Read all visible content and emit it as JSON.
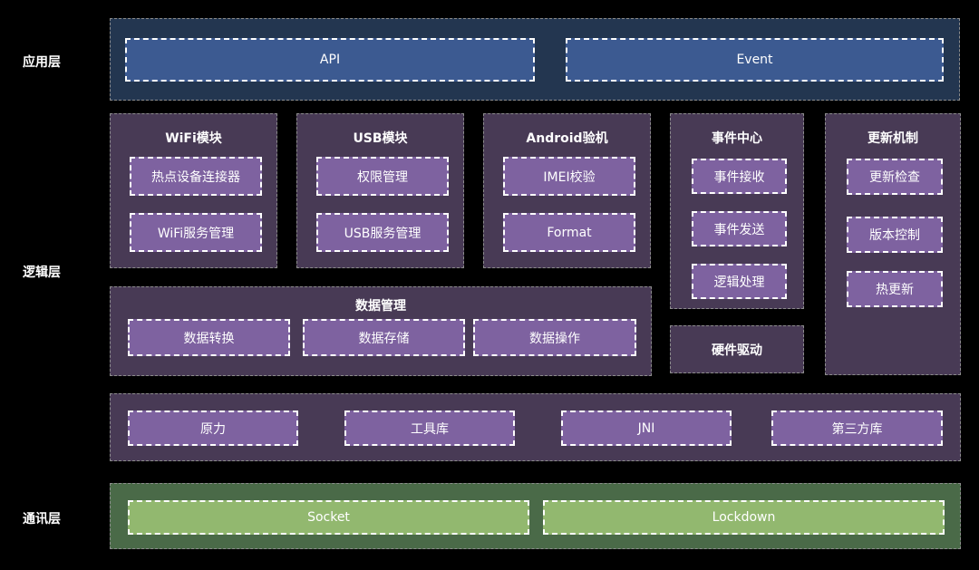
{
  "layers": {
    "application": "应用层",
    "logic": "逻辑层",
    "communication": "通讯层"
  },
  "application": {
    "api": "API",
    "event": "Event"
  },
  "modules": {
    "wifi": {
      "title": "WiFi模块",
      "items": [
        "热点设备连接器",
        "WiFi服务管理"
      ]
    },
    "usb": {
      "title": "USB模块",
      "items": [
        "权限管理",
        "USB服务管理"
      ]
    },
    "android": {
      "title": "Android验机",
      "items": [
        "IMEI校验",
        "Format"
      ]
    },
    "event_center": {
      "title": "事件中心",
      "items": [
        "事件接收",
        "事件发送",
        "逻辑处理"
      ]
    },
    "update": {
      "title": "更新机制",
      "items": [
        "更新检查",
        "版本控制",
        "热更新"
      ]
    },
    "data_mgmt": {
      "title": "数据管理",
      "items": [
        "数据转换",
        "数据存储",
        "数据操作"
      ]
    },
    "hardware": {
      "title": "硬件驱动"
    }
  },
  "base": {
    "items": [
      "原力",
      "工具库",
      "JNI",
      "第三方库"
    ]
  },
  "communication": {
    "socket": "Socket",
    "lockdown": "Lockdown"
  },
  "colors": {
    "background": "#000000",
    "application_panel": "#233650",
    "application_box": "#3c5a91",
    "logic_panel": "#483a55",
    "logic_box": "#7e62a0",
    "communication_panel": "#4a6a48",
    "communication_box": "#92b86f"
  }
}
